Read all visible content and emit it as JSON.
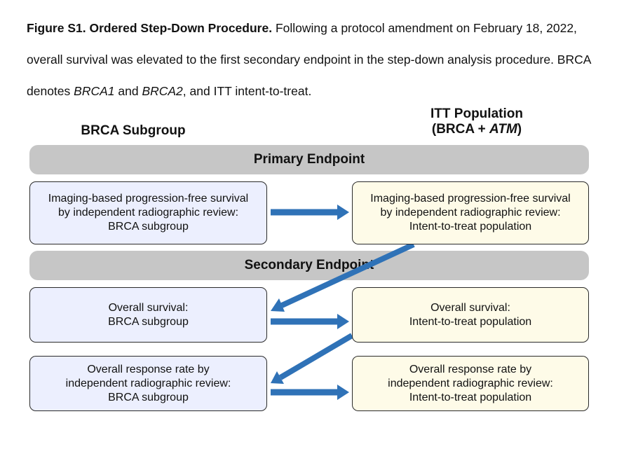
{
  "caption": {
    "lead": "Figure S1. Ordered Step-Down Procedure.",
    "parts": [
      {
        "text": " Following a protocol amendment on February 18, 2022, overall survival was elevated to the first secondary endpoint in the step-down analysis procedure. BRCA denotes ",
        "italic": false
      },
      {
        "text": "BRCA1",
        "italic": true
      },
      {
        "text": " and ",
        "italic": false
      },
      {
        "text": "BRCA2",
        "italic": true
      },
      {
        "text": ", and ITT intent-to-treat.",
        "italic": false
      }
    ]
  },
  "columns": {
    "left": "BRCA Subgroup",
    "right_line1": "ITT Population",
    "right_line2_prefix": "(BRCA + ",
    "right_line2_italic": "ATM",
    "right_line2_suffix": ")"
  },
  "bands": {
    "primary": "Primary Endpoint",
    "secondary": "Secondary Endpoint"
  },
  "boxes": {
    "brca_primary": [
      "Imaging-based progression-free survival",
      "by independent radiographic review:",
      "BRCA subgroup"
    ],
    "itt_primary": [
      "Imaging-based progression-free survival",
      "by independent radiographic review:",
      "Intent-to-treat population"
    ],
    "brca_os": [
      "Overall survival:",
      "BRCA subgroup"
    ],
    "itt_os": [
      "Overall survival:",
      "Intent-to-treat population"
    ],
    "brca_orr": [
      "Overall response rate by",
      "independent radiographic review:",
      "BRCA subgroup"
    ],
    "itt_orr": [
      "Overall response rate by",
      "independent radiographic review:",
      "Intent-to-treat population"
    ]
  },
  "colors": {
    "arrow": "#2f72b7",
    "band": "#c6c6c6",
    "brca_fill": "#eceffe",
    "itt_fill": "#fefbe8"
  }
}
